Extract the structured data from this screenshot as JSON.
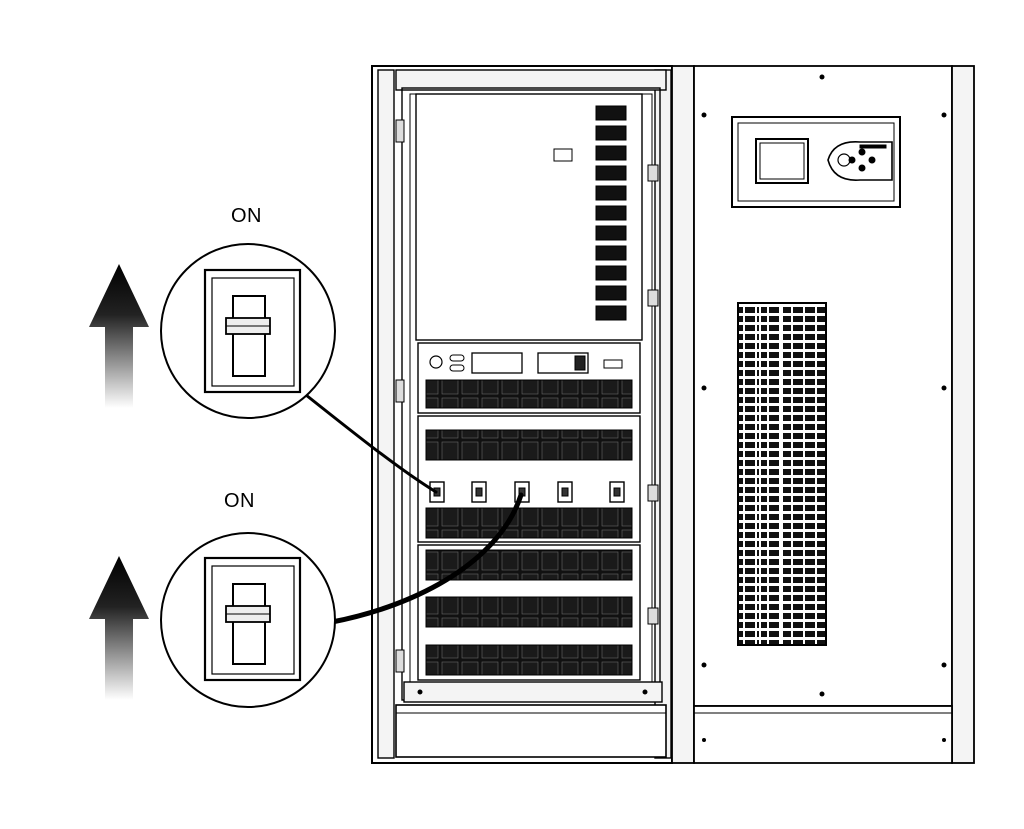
{
  "callouts": [
    {
      "label": "ON",
      "arrow": "up-arrow-gradient",
      "switch_state": "on"
    },
    {
      "label": "ON",
      "arrow": "up-arrow-gradient",
      "switch_state": "on"
    }
  ],
  "cabinet": {
    "breaker_count": 5,
    "display": "lcd-screen",
    "keypad": "control-keypad"
  },
  "colors": {
    "line": "#000000",
    "background": "#ffffff",
    "panel": "#f4f4f4"
  }
}
